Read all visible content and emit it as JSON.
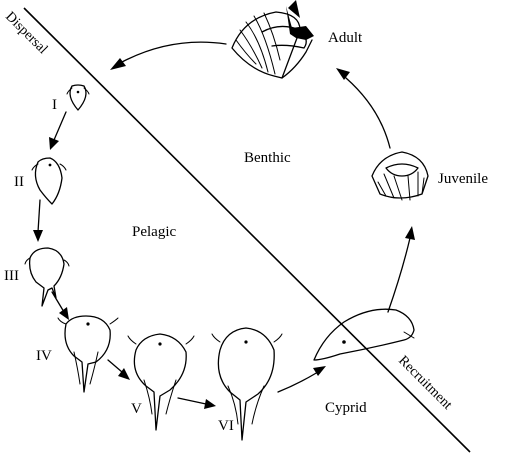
{
  "diagram": {
    "zones": {
      "dispersal": "Dispersal",
      "recruitment": "Recruitment",
      "benthic": "Benthic",
      "pelagic": "Pelagic"
    },
    "stages": {
      "adult": "Adult",
      "juvenile": "Juvenile",
      "cyprid": "Cyprid",
      "nauplius": [
        "I",
        "II",
        "III",
        "IV",
        "V",
        "VI"
      ]
    }
  }
}
